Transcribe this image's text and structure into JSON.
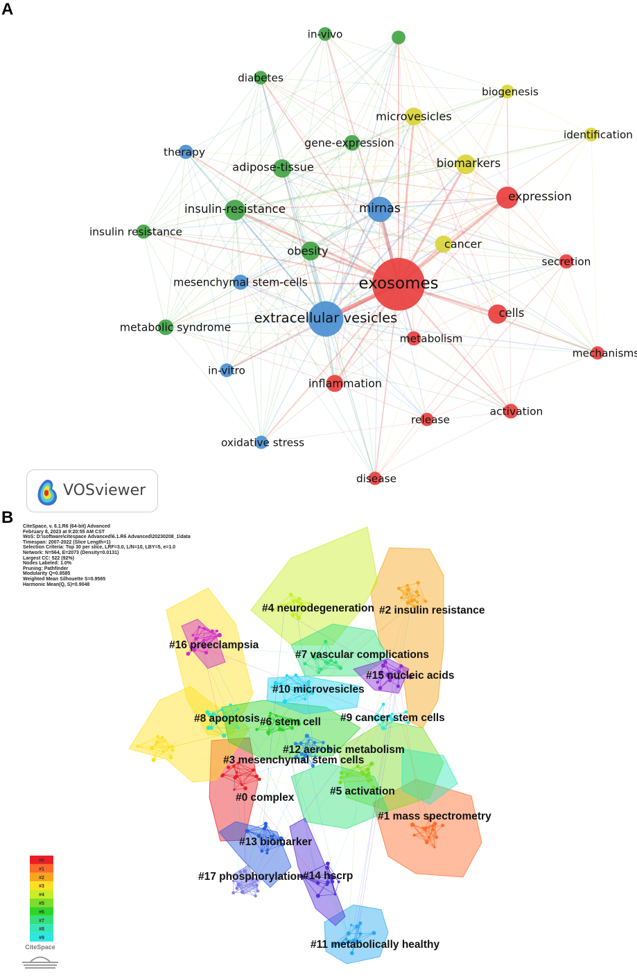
{
  "panels": {
    "a_label": "A",
    "b_label": "B"
  },
  "vosviewer": {
    "logo_text": "VOSviewer",
    "nodes": [
      {
        "label": "exosomes",
        "cluster": "red",
        "weight": 1.0
      },
      {
        "label": "extracellular vesicles",
        "cluster": "blue",
        "weight": 0.62
      },
      {
        "label": "mirnas",
        "cluster": "blue",
        "weight": 0.4
      },
      {
        "label": "expression",
        "cluster": "red",
        "weight": 0.33
      },
      {
        "label": "insulin-resistance",
        "cluster": "green",
        "weight": 0.3
      },
      {
        "label": "biomarkers",
        "cluster": "yellow",
        "weight": 0.28
      },
      {
        "label": "cells",
        "cluster": "red",
        "weight": 0.27
      },
      {
        "label": "obesity",
        "cluster": "green",
        "weight": 0.26
      },
      {
        "label": "adipose-tissue",
        "cluster": "green",
        "weight": 0.25
      },
      {
        "label": "microvesicles",
        "cluster": "yellow",
        "weight": 0.24
      },
      {
        "label": "cancer",
        "cluster": "yellow",
        "weight": 0.22
      },
      {
        "label": "inflammation",
        "cluster": "red",
        "weight": 0.22
      },
      {
        "label": "gene-expression",
        "cluster": "green",
        "weight": 0.19
      },
      {
        "label": "metabolic syndrome",
        "cluster": "green",
        "weight": 0.19
      },
      {
        "label": "mesenchymal stem-cells",
        "cluster": "blue",
        "weight": 0.18
      },
      {
        "label": "metabolism",
        "cluster": "red",
        "weight": 0.16
      },
      {
        "label": "activation",
        "cluster": "red",
        "weight": 0.17
      },
      {
        "label": "secretion",
        "cluster": "red",
        "weight": 0.16
      },
      {
        "label": "insulin resistance",
        "cluster": "green",
        "weight": 0.16
      },
      {
        "label": "therapy",
        "cluster": "blue",
        "weight": 0.16
      },
      {
        "label": "diabetes",
        "cluster": "green",
        "weight": 0.15
      },
      {
        "label": "in-vivo",
        "cluster": "green",
        "weight": 0.15
      },
      {
        "label": "",
        "cluster": "green",
        "weight": 0.15
      },
      {
        "label": "biogenesis",
        "cluster": "yellow",
        "weight": 0.15
      },
      {
        "label": "identification",
        "cluster": "yellow",
        "weight": 0.15
      },
      {
        "label": "in-vitro",
        "cluster": "blue",
        "weight": 0.15
      },
      {
        "label": "oxidative stress",
        "cluster": "blue",
        "weight": 0.14
      },
      {
        "label": "release",
        "cluster": "red",
        "weight": 0.14
      },
      {
        "label": "mechanisms",
        "cluster": "red",
        "weight": 0.14
      },
      {
        "label": "disease",
        "cluster": "red",
        "weight": 0.14
      }
    ],
    "cluster_colors": {
      "red": "#e8403f",
      "blue": "#4b8fd1",
      "green": "#43a447",
      "yellow": "#d9d53a"
    }
  },
  "citespace": {
    "info_lines": [
      "CiteSpace, v. 6.1.R6 (64-bit) Advanced",
      "February 8, 2023 at 9:20:55 AM CST",
      "WoS: D:\\software\\citespace Advanced\\6.1.R6 Advanced\\20230208_1\\data",
      "Timespan: 2007-2022 (Slice Length=1)",
      "Selection Criteria: Top 30 per slice, LRF=3.0, L/N=10, LBY=5, e=1.0",
      "Network: N=564, E=2073 (Density=0.0131)",
      "Largest CC: 522 (92%)",
      "Nodes Labeled: 1.0%",
      "Pruning: Pathfinder",
      "Modularity Q=0.8585",
      "Weighted Mean Silhouette S=0.9565",
      "Harmonic Mean(Q, S)=0.9048"
    ],
    "clusters": [
      {
        "label": "#0 complex",
        "color": "#e81f25"
      },
      {
        "label": "#1 mass spectrometry",
        "color": "#ff6a2a"
      },
      {
        "label": "#2 insulin resistance",
        "color": "#f7a51c"
      },
      {
        "label": "#3 mesenchymal stem cells",
        "color": "#ffe020"
      },
      {
        "label": "#4 neurodegeneration",
        "color": "#c8ee28"
      },
      {
        "label": "#5 activation",
        "color": "#7edc2a"
      },
      {
        "label": "#6 stem cell",
        "color": "#2ed52a"
      },
      {
        "label": "#7 vascular complications",
        "color": "#35df7d"
      },
      {
        "label": "#8 apoptosis",
        "color": "#36e6b8"
      },
      {
        "label": "#9 cancer stem cells",
        "color": "#2ee6e2"
      },
      {
        "label": "#10 microvesicles",
        "color": "#25d5f5"
      },
      {
        "label": "#11 metabolically healthy",
        "color": "#2ba8f0"
      },
      {
        "label": "#12 aerobic metabolism",
        "color": "#2a8ae8"
      },
      {
        "label": "#13 biomarker",
        "color": "#2a5ee0"
      },
      {
        "label": "#14 hscrp",
        "color": "#5630d8"
      },
      {
        "label": "#15 nucleic acids",
        "color": "#8a2ad8"
      },
      {
        "label": "#16 preeclampsia",
        "color": "#d02ad0"
      },
      {
        "label": "#17 phosphorylation",
        "color": "#8080e8"
      }
    ],
    "legend": [
      "#0",
      "#1",
      "#2",
      "#3",
      "#4",
      "#5",
      "#6",
      "#7",
      "#8",
      "#9"
    ],
    "logo_text": "CiteSpace"
  }
}
